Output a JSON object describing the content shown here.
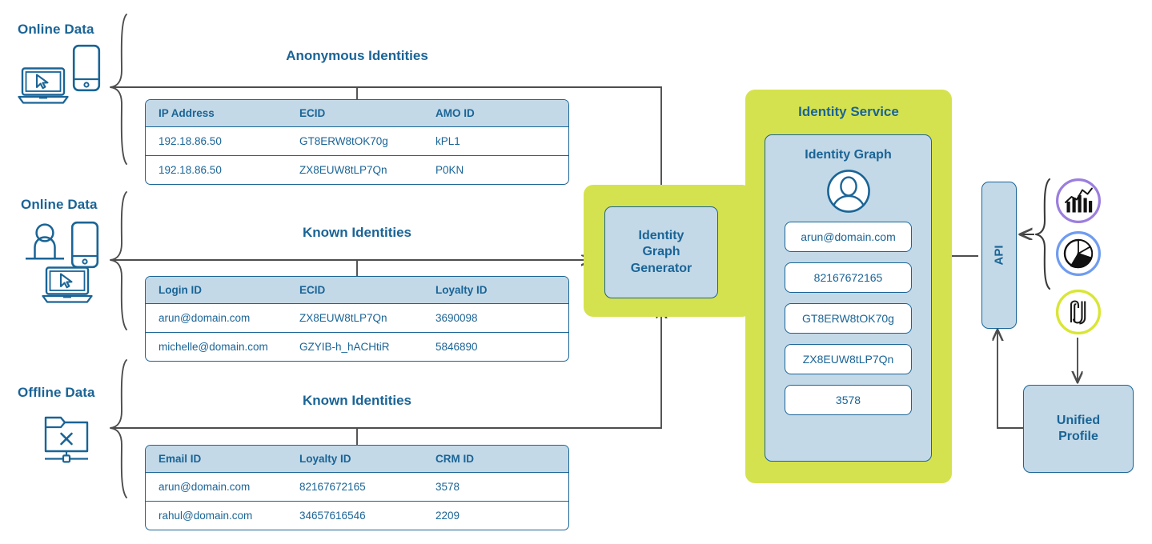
{
  "diagram": {
    "title": "Identity Service identity graph flow",
    "colors": {
      "blue": "#1a6496",
      "table_header_bg": "#c3d9e8",
      "green_panel": "#d5e24f",
      "connector": "#4d4d4d",
      "ring_purple": "#9b7ede",
      "ring_blue": "#6f9cf0",
      "ring_lime": "#d9e635"
    }
  },
  "sources": [
    {
      "label": "Online Data",
      "icons": [
        "laptop-cursor-icon",
        "mobile-phone-icon"
      ],
      "section_title": "Anonymous Identities",
      "table": {
        "headers": [
          "IP Address",
          "ECID",
          "AMO ID"
        ],
        "rows": [
          [
            "192.18.86.50",
            "GT8ERW8tOK70g",
            "kPL1"
          ],
          [
            "192.18.86.50",
            "ZX8EUW8tLP7Qn",
            "P0KN"
          ]
        ]
      }
    },
    {
      "label": "Online Data",
      "icons": [
        "person-icon",
        "mobile-phone-icon",
        "laptop-cursor-icon"
      ],
      "section_title": "Known Identities",
      "table": {
        "headers": [
          "Login ID",
          "ECID",
          "Loyalty ID"
        ],
        "rows": [
          [
            "arun@domain.com",
            "ZX8EUW8tLP7Qn",
            "3690098"
          ],
          [
            "michelle@domain.com",
            "GZYIB-h_hACHtiR",
            "5846890"
          ]
        ]
      }
    },
    {
      "label": "Offline Data",
      "icons": [
        "folder-x-icon"
      ],
      "section_title": "Known Identities",
      "table": {
        "headers": [
          "Email ID",
          "Loyalty ID",
          "CRM ID"
        ],
        "rows": [
          [
            "arun@domain.com",
            "82167672165",
            "3578"
          ],
          [
            "rahul@domain.com",
            "34657616546",
            "2209"
          ]
        ]
      }
    }
  ],
  "generator": {
    "label_line1": "Identity",
    "label_line2": "Graph",
    "label_line3": "Generator"
  },
  "identity_service": {
    "title": "Identity Service",
    "graph": {
      "title": "Identity Graph",
      "avatar_icon": "person-avatar-icon",
      "identifiers": [
        "arun@domain.com",
        "82167672165",
        "GT8ERW8tOK70g",
        "ZX8EUW8tLP7Qn",
        "3578"
      ]
    }
  },
  "api": {
    "label": "API"
  },
  "app_icons": [
    {
      "name": "analytics-bar-chart-icon",
      "ring_color": "#9b7ede"
    },
    {
      "name": "pie-chart-icon",
      "ring_color": "#6f9cf0"
    },
    {
      "name": "adobe-journey-icon",
      "ring_color": "#d9e635"
    }
  ],
  "unified_profile": {
    "label_line1": "Unified",
    "label_line2": "Profile"
  }
}
